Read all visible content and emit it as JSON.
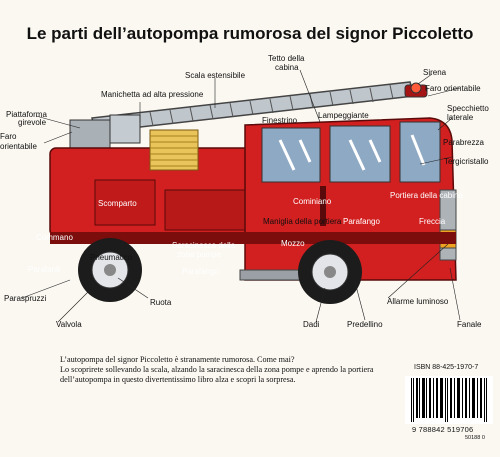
{
  "title": "Le parti dell’autopompa rumorosa del signor Piccoletto",
  "labels": {
    "scala": "Scala estensibile",
    "tetto_1": "Tetto della",
    "tetto_2": "cabina",
    "manichetta": "Manichetta ad alta pressione",
    "sirena": "Sirena",
    "faro_orient_r_1": "Faro orientabile",
    "piattaforma_1": "Piattaforma",
    "piattaforma_2": "girevole",
    "faro_orient_l_1": "Faro",
    "faro_orient_l_2": "orientabile",
    "finestrino": "Finestrino",
    "lampeggiante": "Lampeggiante",
    "specchietto_1": "Specchietto",
    "specchietto_2": "laterale",
    "parabrezza": "Parabrezza",
    "tergicristallo": "Tergicristallo",
    "scomparto": "Scomparto",
    "cominiano_w": "Cominiano",
    "maniglia": "Maniglia della portiera",
    "portiera_1": "Portiera della cabina",
    "comando": "Commano",
    "parafango_cab": "Parafango",
    "freccia": "Freccia",
    "saracinesca_1": "Saracinesca della",
    "saracinesca_2": "zona pompe",
    "mozzo": "Mozzo",
    "pneumatico": "Pneumatico",
    "parafanti": "Parafanti",
    "parafango": "Parafango",
    "parasapruzzi": "Paraspruzzi",
    "ruota": "Ruota",
    "allarme": "Allarme luminoso",
    "valvola": "Valvola",
    "dadi": "Dadi",
    "predellino": "Predellino",
    "fanale": "Fanale"
  },
  "description": {
    "line1": "L’autopompa del signor Piccoletto è stranamente rumorosa. Come mai?",
    "line2": "Lo scoprirete sollevando la scala,  alzando la saracinesca della zona pompe e aprendo la portiera",
    "line3": "dell’autopompa in questo divertentissimo libro alza e scopri la sorpresa."
  },
  "isbn": "ISBN 88-425-1970-7",
  "barcode_number": "9 788842 519706",
  "barcode_small": "50188 0",
  "colors": {
    "truck_red": "#d21f1f",
    "dark_red": "#8e1010",
    "background": "#fbf8f1"
  }
}
